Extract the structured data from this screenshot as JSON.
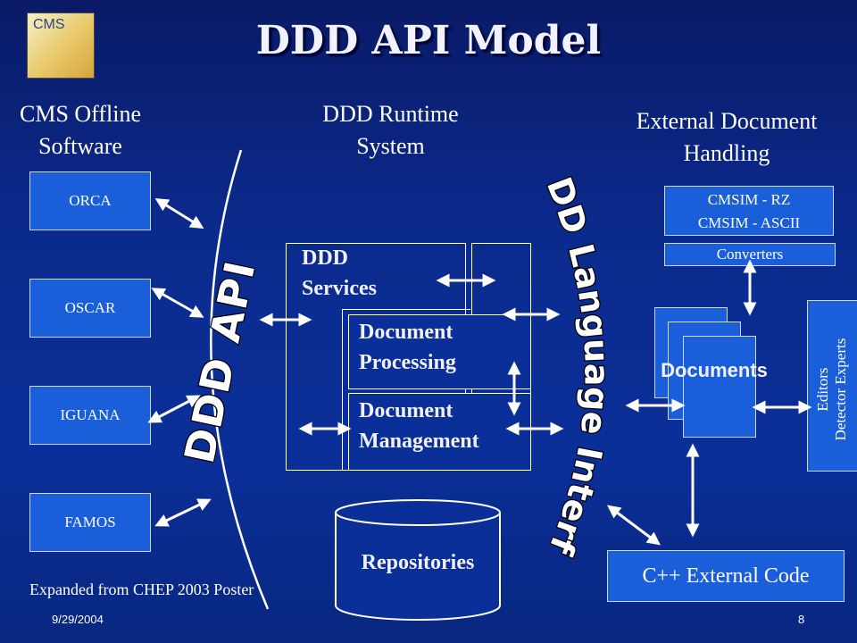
{
  "title": "DDD API Model",
  "logo_text": "CMS",
  "headings": {
    "offline": [
      "CMS Offline",
      "Software"
    ],
    "runtime": [
      "DDD Runtime",
      "System"
    ],
    "external": [
      "External Document",
      "Handling"
    ]
  },
  "offline_apps": [
    "ORCA",
    "OSCAR",
    "IGUANA",
    "FAMOS"
  ],
  "api_label": "DDD API",
  "language_label": "DD Language Interface",
  "runtime": {
    "services": [
      "DDD",
      "Services"
    ],
    "processing": [
      "Document",
      "Processing"
    ],
    "management": [
      "Document",
      "Management"
    ],
    "repositories": "Repositories"
  },
  "external": {
    "formats": [
      "CMSIM - RZ",
      "CMSIM  - ASCII"
    ],
    "converters": "Converters",
    "documents": "Documents",
    "editors": [
      "Editors",
      "Detector Experts"
    ],
    "cpp_code": "C++ External Code"
  },
  "caption": "Expanded from CHEP 2003 Poster",
  "footer": {
    "date": "9/29/2004",
    "page": "8"
  },
  "colors": {
    "background": "#0b2a8c",
    "box_fill": "#1a5fd9",
    "outline": "#ffffff"
  }
}
